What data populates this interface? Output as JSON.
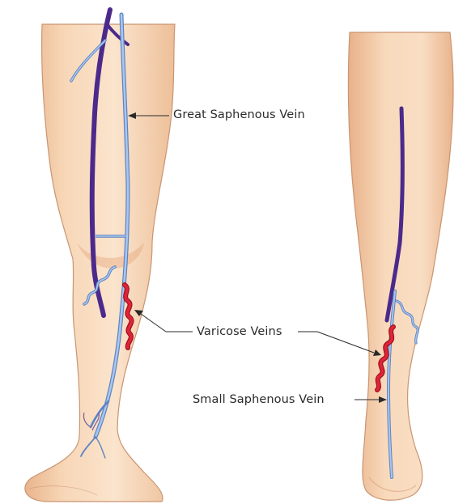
{
  "diagram": {
    "labels": {
      "great_saphenous_vein": "Great Saphenous Vein",
      "varicose_veins": "Varicose Veins",
      "small_saphenous_vein": "Small Saphenous Vein"
    },
    "colors": {
      "skin_light": "#fbe3cb",
      "skin_mid": "#f3c9a3",
      "skin_shadow": "#e2a57c",
      "skin_outline": "#c99572",
      "deep_vein": "#4b2a8c",
      "superficial_vein": "#8fb4e4",
      "superficial_vein_edge": "#5d83c2",
      "varicose_vein": "#e02436",
      "leader_line": "#2a2a2a"
    }
  }
}
